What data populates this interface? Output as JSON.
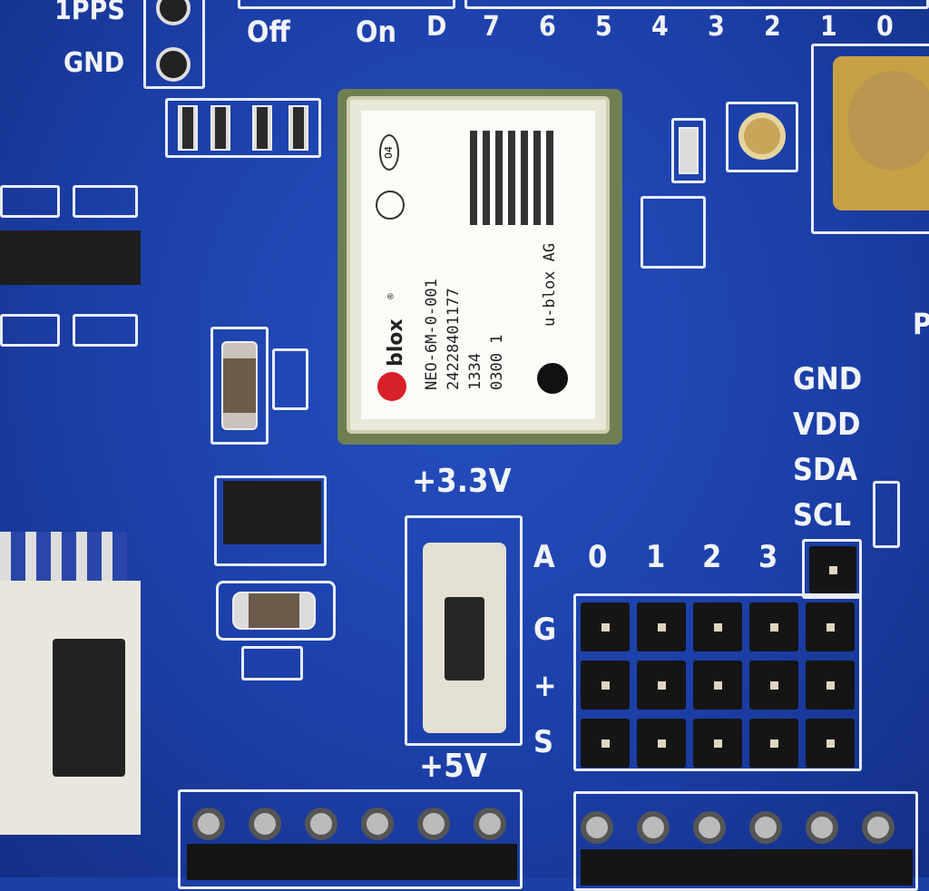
{
  "silkscreen": {
    "top_left": [
      "1PPS",
      "GND"
    ],
    "switch_top": [
      "Off",
      "On"
    ],
    "pin_row_top": [
      "D",
      "7",
      "6",
      "5",
      "4",
      "3",
      "2",
      "1",
      "0"
    ],
    "i2c_labels": [
      "GND",
      "VDD",
      "SDA",
      "SCL"
    ],
    "voltage_top": "+3.3V",
    "voltage_bottom": "+5V",
    "header_rows": [
      "A",
      "G",
      "+",
      "S"
    ],
    "header_cols": [
      "0",
      "1",
      "2",
      "3"
    ],
    "right_edge": "P"
  },
  "gps_module": {
    "brand": "blox",
    "registered": "®",
    "model": "NEO-6M-0-001",
    "serial": "24228401177",
    "date_code": "1334",
    "lot": "0300 1",
    "maker": "u-blox AG",
    "badge": "04"
  },
  "colors": {
    "pcb": "#1c3fa8",
    "silk": "#f2f4fa",
    "module": "#f4f4f0",
    "brand_red": "#d8202a"
  }
}
